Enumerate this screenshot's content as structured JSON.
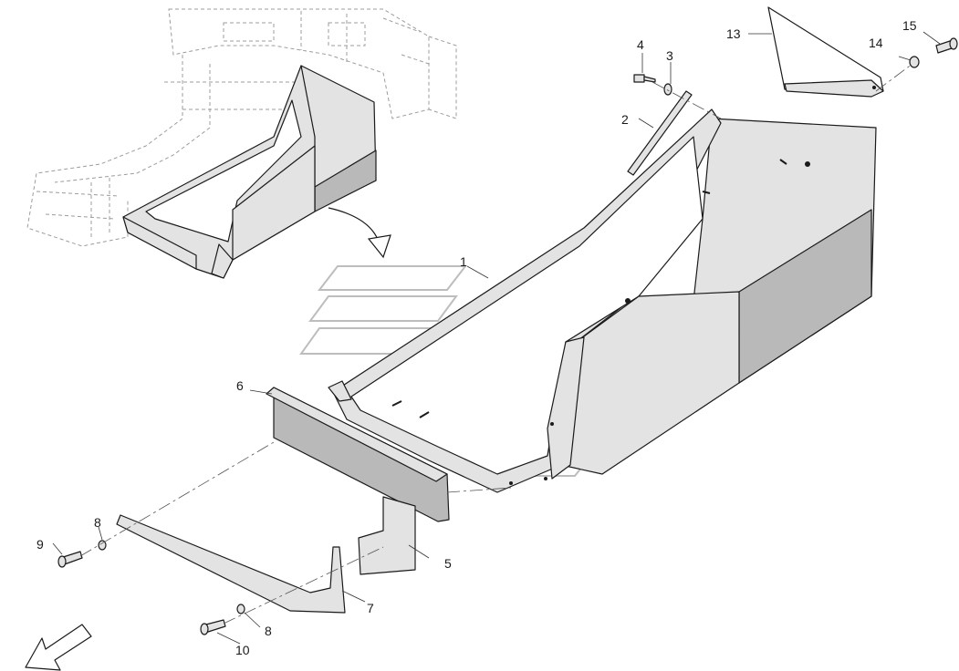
{
  "callouts": {
    "c1": "1",
    "c2": "2",
    "c3": "3",
    "c4": "4",
    "c5": "5",
    "c6": "6",
    "c7": "7",
    "c8a": "8",
    "c8b": "8",
    "c9": "9",
    "c10": "10",
    "c13": "13",
    "c14": "14",
    "c15": "15"
  },
  "colors": {
    "part_fill": "#e3e3e3",
    "part_shade": "#b9b9b9",
    "ink": "#1a1a1a",
    "ghost": "#9c9c9c"
  }
}
